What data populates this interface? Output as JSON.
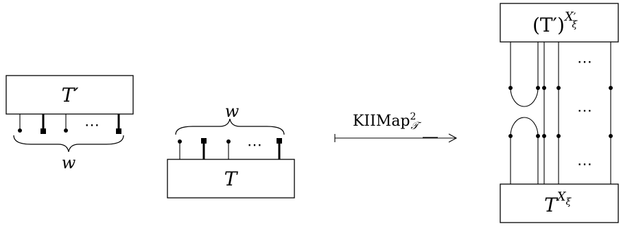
{
  "left_diagram": {
    "box_label": "T′",
    "dots": "⋯",
    "brace_label": "w"
  },
  "middle_diagram": {
    "box_label": "T",
    "dots": "⋯",
    "brace_label": "w"
  },
  "arrow": {
    "label": "KIIMap",
    "superscript": "2",
    "subscript": "𝒯"
  },
  "right_diagram": {
    "top_box_base": "(T′)",
    "top_box_sup": "X",
    "top_box_sup_prime": "′",
    "top_box_sup_sub": "ξ",
    "bottom_box_base": "T",
    "bottom_box_sup": "X",
    "bottom_box_sup_sub": "ξ",
    "dots": "⋯"
  },
  "colors": {
    "ink": "#000000",
    "background": "#ffffff"
  }
}
